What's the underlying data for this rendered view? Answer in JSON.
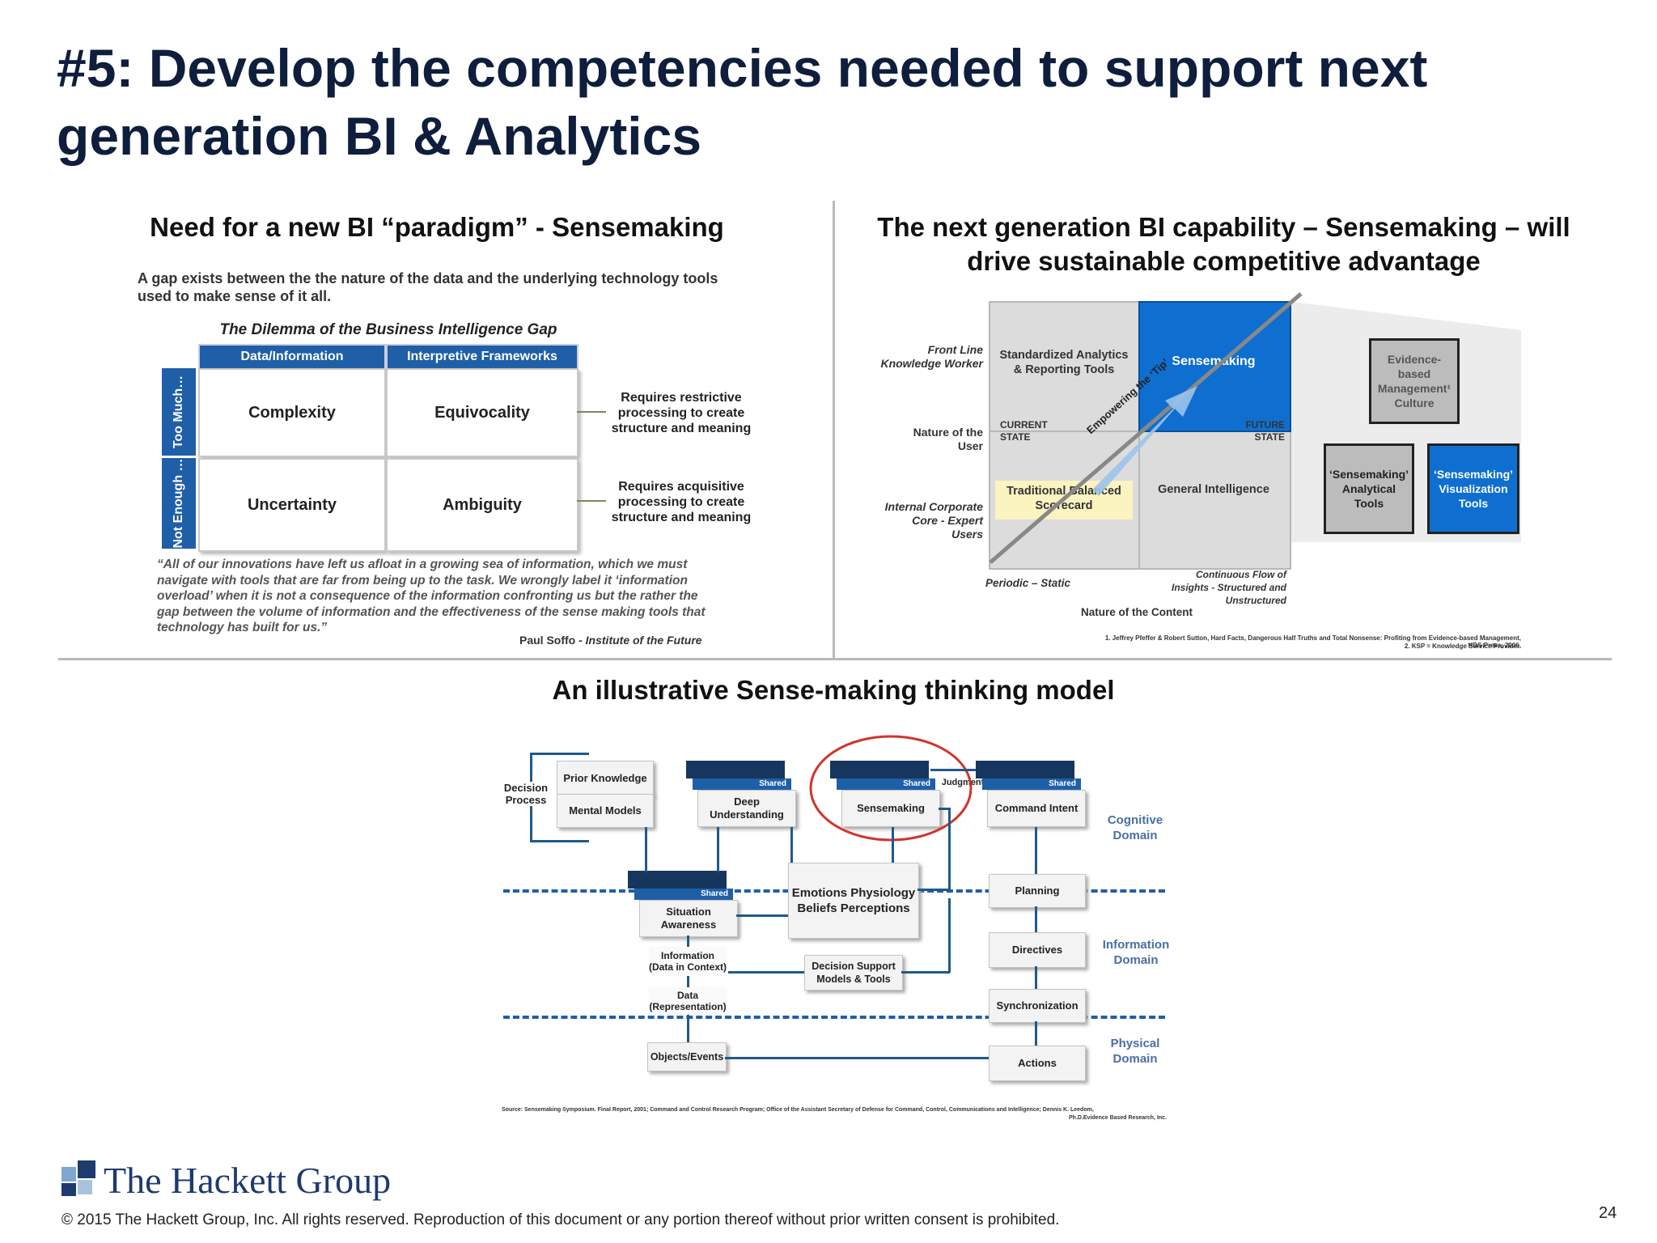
{
  "title": {
    "line1": "#5: Develop the competencies needed to support next",
    "line2": "generation BI & Analytics"
  },
  "left_panel": {
    "heading": "Need for a new BI “paradigm” - Sensemaking",
    "gap_note": "A gap exists between the the nature of the data and the underlying technology tools used to make sense of it all.",
    "matrix_title": "The Dilemma of the Business Intelligence Gap",
    "col_headers": [
      "Data/Information",
      "Interpretive Frameworks"
    ],
    "row_headers": [
      "Too Much…",
      "Not Enough …"
    ],
    "cells": [
      "Complexity",
      "Equivocality",
      "Uncertainty",
      "Ambiguity"
    ],
    "requirements": [
      "Requires restrictive processing to create structure and meaning",
      "Requires acquisitive processing to create structure and meaning"
    ],
    "quote": "“All of our innovations have left us afloat in a growing sea of information, which we must navigate with tools that are far from being up to the task. We wrongly label it ‘information overload’ when it is not a consequence of the information confronting us but the rather the gap between the volume of information and the effectiveness of the sense making tools that technology has built for us.”",
    "attribution_name": "Paul Soffo - ",
    "attribution_org": "Institute of the Future"
  },
  "right_panel": {
    "heading_line1": "The next generation BI capability – Sensemaking – will",
    "heading_line2": "drive sustainable competitive advantage",
    "y_labels": [
      "Front Line Knowledge Worker",
      "Nature of the User",
      "Internal Corporate Core - Expert Users"
    ],
    "quadrants": {
      "top_left": "Standardized Analytics & Reporting Tools",
      "top_right": "Sensemaking",
      "bottom_left": "Traditional Balanced Scorecard",
      "bottom_right": "General Intelligence"
    },
    "current_state": "CURRENT STATE",
    "future_state": "FUTURE STATE",
    "diagonal_label": "Empowering the ‘Tip’",
    "x_left": "Periodic – Static",
    "x_right": "Continuous Flow of Insights - Structured and Unstructured",
    "x_title": "Nature of the Content",
    "puzzle": {
      "top": "Evidence-based Management¹ Culture",
      "left": "‘Sensemaking’ Analytical Tools",
      "right": "‘Sensemaking’ Visualization Tools"
    },
    "footnote1": "1. Jeffrey Pfeffer & Robert Sutton, Hard Facts, Dangerous Half Truths and Total Nonsense: Profiting from Evidence-based Management, HBS Press, 2006.",
    "footnote2": "2. KSP = Knowledge Service Provider."
  },
  "bottom": {
    "heading": "An illustrative Sense-making thinking model",
    "decision_process": "Decision Process",
    "prior_knowledge": "Prior Knowledge",
    "mental_models": "Mental Models",
    "shared": "Shared",
    "deep_understanding": "Deep Understanding",
    "sensemaking": "Sensemaking",
    "judgment": "Judgment",
    "command_intent": "Command Intent",
    "situation_awareness": "Situation Awareness",
    "emotions": "Emotions Physiology Beliefs Perceptions",
    "planning": "Planning",
    "information": "Information (Data in Context)",
    "decision_support": "Decision Support Models & Tools",
    "directives": "Directives",
    "data": "Data (Representation)",
    "synchronization": "Synchronization",
    "objects_events": "Objects/Events",
    "actions": "Actions",
    "domains": {
      "cognitive": "Cognitive Domain",
      "information": "Information Domain",
      "physical": "Physical Domain"
    },
    "source_line1": "Source: Sensemaking Symposium. Final Report, 2001; Command and Control Research Program; Office of the Assistant Secretary of Defense for Command, Control, Communications and Intelligence; Dennis K. Leedom,",
    "source_line2": "Ph.D.Evidence Based Research, Inc."
  },
  "footer": {
    "logo_text": "The Hackett Group",
    "copyright": "© 2015 The Hackett Group, Inc.  All rights reserved. Reproduction of this document or any portion thereof without prior written consent is prohibited.",
    "page_number": "24"
  },
  "colors": {
    "navy_title": "#0e1e3c",
    "matrix_blue": "#1f5fa8",
    "sensemaking_blue": "#0f6fd0",
    "circle_red": "#d0352a",
    "domain_text": "#4a6fa5"
  }
}
